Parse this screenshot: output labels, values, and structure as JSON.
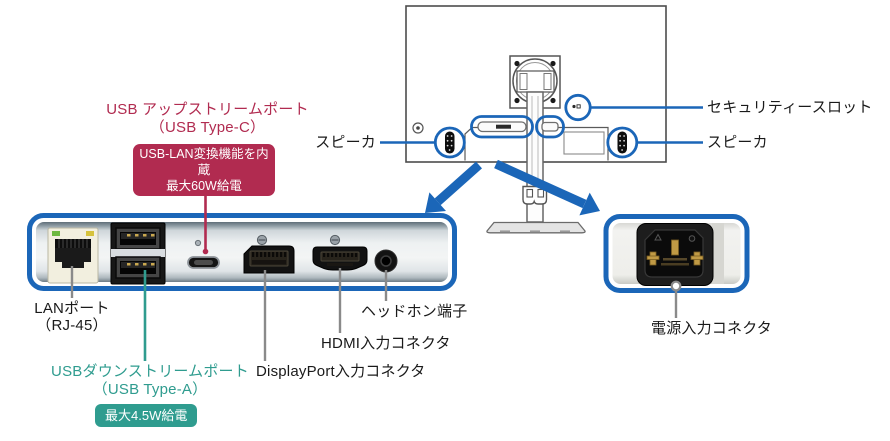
{
  "colors": {
    "accent_blue": "#1b66b8",
    "crimson": "#b12b50",
    "teal": "#2f9c8f",
    "label_text": "#1a1a1a",
    "leader_gray": "#8a8a8a",
    "panel_fill": "#edf1f2"
  },
  "monitor_callouts": {
    "security_slot": "セキュリティースロット",
    "speaker_right": "スピーカ",
    "speaker_left": "スピーカ"
  },
  "usb_upstream": {
    "title": "USB アップストリームポート",
    "subtitle": "（USB Type-C）",
    "badge": {
      "line1": "USB-LAN変換機能を内蔵",
      "line2": "最大60W給電"
    }
  },
  "io_panel_labels": {
    "lan": {
      "line1": "LANポート",
      "line2": "（RJ-45）"
    },
    "usb_downstream": {
      "line1": "USBダウンストリームポート",
      "line2": "（USB Type-A）",
      "badge": "最大4.5W給電"
    },
    "displayport": "DisplayPort入力コネクタ",
    "hdmi": "HDMI入力コネクタ",
    "headphone": "ヘッドホン端子"
  },
  "power_panel": {
    "label": "電源入力コネクタ"
  },
  "icons": [
    "monitor-rear-illustration",
    "vesa-mount",
    "stand-pole",
    "cable-clip",
    "stand-base",
    "speaker-left-icon",
    "speaker-right-icon",
    "security-slot-icon",
    "screw-icon",
    "usb-port-highlight",
    "power-port-highlight",
    "arrow-left-icon",
    "arrow-right-icon",
    "lan-port-icon",
    "usb-a-ports-icon",
    "usb-c-port-icon",
    "displayport-icon",
    "hdmi-port-icon",
    "headphone-jack-icon",
    "power-inlet-icon"
  ]
}
